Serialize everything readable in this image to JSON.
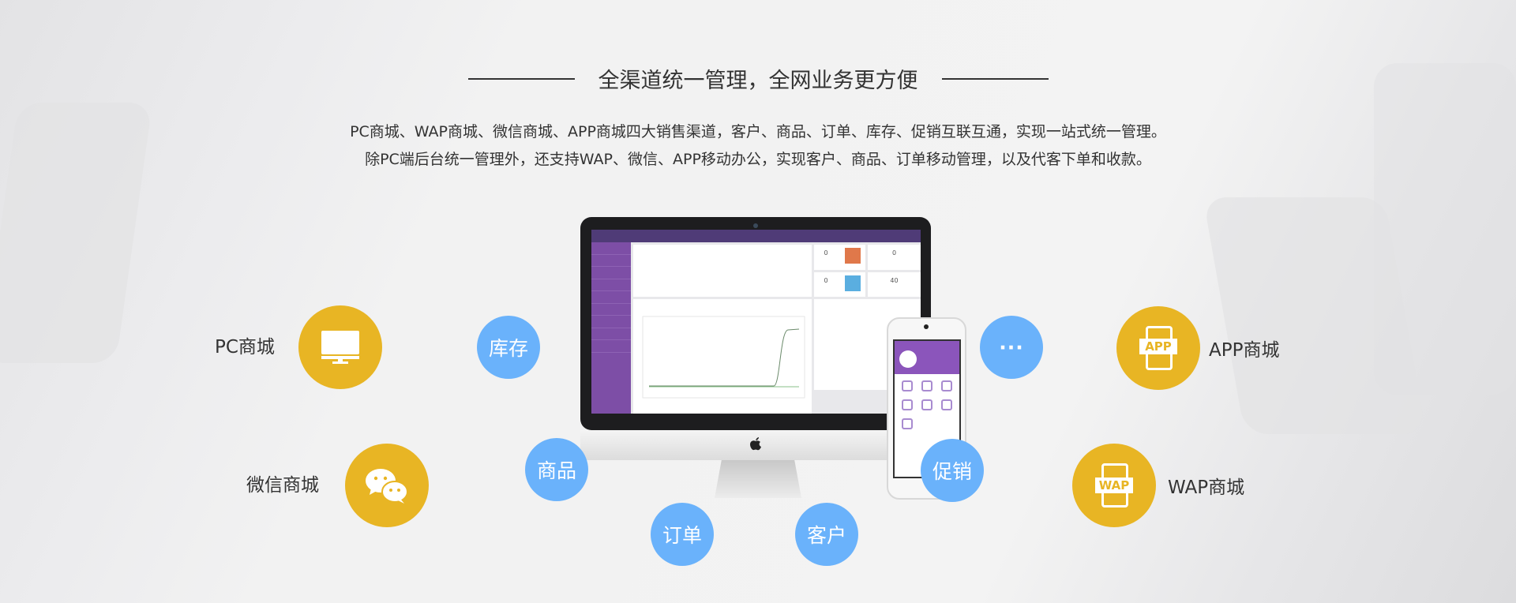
{
  "header": {
    "title": "全渠道统一管理，全网业务更方便",
    "lines": [
      "PC商城、WAP商城、微信商城、APP商城四大销售渠道，客户、商品、订单、库存、促销互联互通，实现一站式统一管理。",
      "除PC端后台统一管理外，还支持WAP、微信、APP移动办公，实现客户、商品、订单移动管理，以及代客下单和收款。"
    ]
  },
  "channels": {
    "pc": {
      "label": "PC商城",
      "icon": "monitor-icon"
    },
    "wechat": {
      "label": "微信商城",
      "icon": "wechat-icon"
    },
    "app": {
      "label": "APP商城",
      "icon": "app-phone-icon",
      "badge": "APP"
    },
    "wap": {
      "label": "WAP商城",
      "icon": "wap-phone-icon",
      "badge": "WAP"
    }
  },
  "features": {
    "inventory": "库存",
    "products": "商品",
    "orders": "订单",
    "customers": "客户",
    "promotions": "促销",
    "more": "···"
  },
  "dashboard": {
    "stats": [
      "0",
      "0",
      "0",
      "40"
    ]
  },
  "colors": {
    "channel": "#e8b524",
    "feature": "#6ab2fb",
    "sidebar": "#7d4ea6"
  }
}
